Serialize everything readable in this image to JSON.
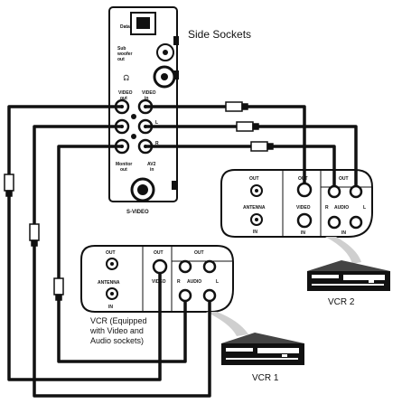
{
  "title": "Side Sockets",
  "side_panel": {
    "data_label": "Data",
    "sub_label_1": "Sub",
    "sub_label_2": "woofer",
    "sub_label_3": "out",
    "video_out_1": "VIDEO",
    "video_out_2": "out",
    "video_in_1": "VIDEO",
    "video_in_2": "in",
    "l_label": "L",
    "r_label": "R",
    "monitor_1": "Monitor",
    "monitor_2": "out",
    "av2_1": "AV2",
    "av2_2": "in",
    "svideo": "S-VIDEO"
  },
  "vcr2_panel": {
    "out": "OUT",
    "antenna": "ANTENNA",
    "in": "IN",
    "video": "VIDEO",
    "video_out": "OUT",
    "video_in": "IN",
    "audio_out": "OUT",
    "r": "R",
    "audio": "AUDIO",
    "l": "L",
    "audio_in": "IN"
  },
  "vcr1_panel": {
    "out": "OUT",
    "antenna": "ANTENNA",
    "in": "IN",
    "video_out": "OUT",
    "video": "VIDEO",
    "audio_out": "OUT",
    "r": "R",
    "audio": "AUDIO",
    "l": "L"
  },
  "vcr1_caption": [
    "VCR (Equipped",
    "with Video and",
    "Audio sockets)"
  ],
  "vcr1_label": "VCR 1",
  "vcr2_label": "VCR 2"
}
